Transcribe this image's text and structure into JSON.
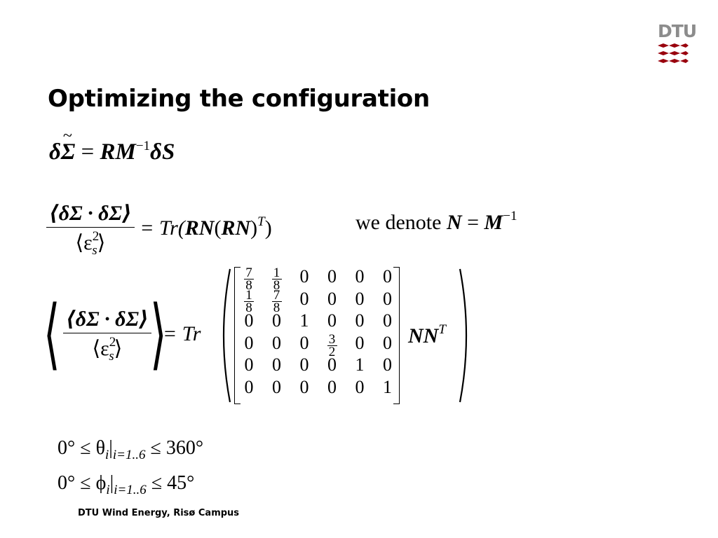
{
  "slide": {
    "title": "Optimizing the configuration",
    "footer": "DTU Wind Energy, Risø Campus",
    "logo_text": "DTU",
    "brand_color": "#99000d"
  },
  "equations": {
    "eq1": {
      "lhs_delta": "δ",
      "lhs_sigma": "Σ",
      "eq": " = ",
      "rhs": "RM",
      "rhs_sup": "−1",
      "rhs_tail": "δS"
    },
    "eq2": {
      "num": "⟨δΣ · δΣ⟩",
      "den_open": "⟨ε",
      "den_sub": "s",
      "den_sup": "2",
      "den_close": "⟩",
      "rhs_tr": " = Tr(",
      "rhs_rn": "RN",
      "rhs_paren": "(",
      "rhs_rn2": "RN",
      "rhs_close": ")",
      "rhs_sup": "T",
      "rhs_end": ")",
      "note": "we denote ",
      "note_n": "N",
      "note_eq": " = ",
      "note_m": "M",
      "note_sup": "−1"
    },
    "eq3": {
      "lhs_open": "⟨",
      "lhs_close": "⟩",
      "num": "⟨δΣ · δΣ⟩",
      "den_open": "⟨ε",
      "den_sub": "s",
      "den_sup": "2",
      "den_close": "⟩",
      "rhs_tr": " = Tr",
      "tail": "NN",
      "tail_sup": "T",
      "matrix": [
        [
          {
            "n": "7",
            "d": "8"
          },
          {
            "n": "1",
            "d": "8"
          },
          "0",
          "0",
          "0",
          "0"
        ],
        [
          {
            "n": "1",
            "d": "8"
          },
          {
            "n": "7",
            "d": "8"
          },
          "0",
          "0",
          "0",
          "0"
        ],
        [
          "0",
          "0",
          "1",
          "0",
          "0",
          "0"
        ],
        [
          "0",
          "0",
          "0",
          {
            "n": "3",
            "d": "2"
          },
          "0",
          "0"
        ],
        [
          "0",
          "0",
          "0",
          "0",
          "1",
          "0"
        ],
        [
          "0",
          "0",
          "0",
          "0",
          "0",
          "1"
        ]
      ]
    },
    "constraints": [
      {
        "left": "0° ≤ θ",
        "sub": "i",
        "bar": "|",
        "range": "i=1..6",
        "right": " ≤ 360°"
      },
      {
        "left": "0° ≤ ϕ",
        "sub": "i",
        "bar": "|",
        "range": "i=1..6",
        "right": " ≤ 45°"
      }
    ]
  }
}
